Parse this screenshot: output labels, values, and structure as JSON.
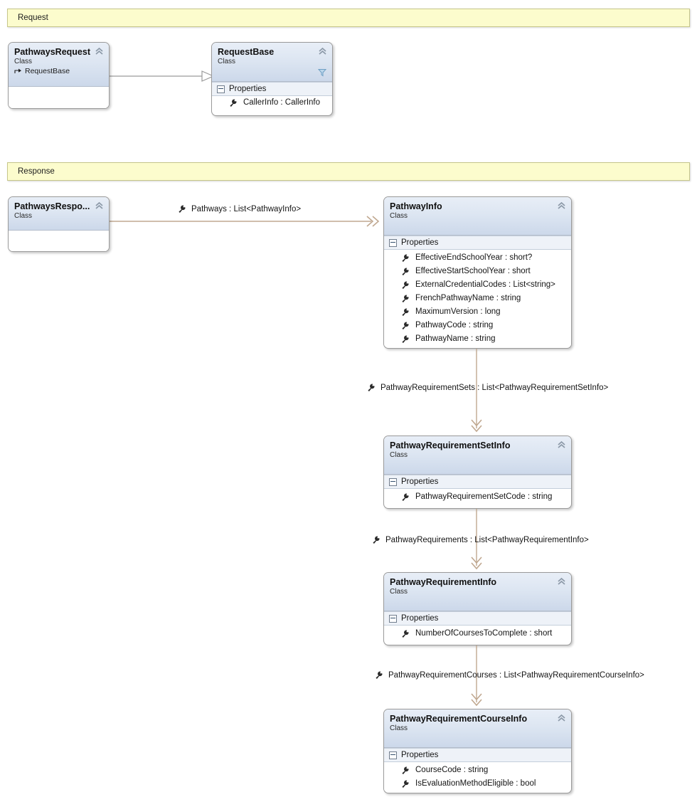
{
  "sections": [
    {
      "label": "Request"
    },
    {
      "label": "Response"
    }
  ],
  "classes": {
    "pathways_request": {
      "title": "PathwaysRequest",
      "stereotype": "Class",
      "base": "RequestBase"
    },
    "request_base": {
      "title": "RequestBase",
      "stereotype": "Class",
      "compartment": "Properties",
      "members": [
        "CallerInfo : CallerInfo"
      ]
    },
    "pathways_response": {
      "title": "PathwaysRespo...",
      "stereotype": "Class"
    },
    "pathway_info": {
      "title": "PathwayInfo",
      "stereotype": "Class",
      "compartment": "Properties",
      "members": [
        "EffectiveEndSchoolYear : short?",
        "EffectiveStartSchoolYear : short",
        "ExternalCredentialCodes : List<string>",
        "FrenchPathwayName : string",
        "MaximumVersion : long",
        "PathwayCode : string",
        "PathwayName : string"
      ]
    },
    "pathway_requirement_set_info": {
      "title": "PathwayRequirementSetInfo",
      "stereotype": "Class",
      "compartment": "Properties",
      "members": [
        "PathwayRequirementSetCode : string"
      ]
    },
    "pathway_requirement_info": {
      "title": "PathwayRequirementInfo",
      "stereotype": "Class",
      "compartment": "Properties",
      "members": [
        "NumberOfCoursesToComplete : short"
      ]
    },
    "pathway_requirement_course_info": {
      "title": "PathwayRequirementCourseInfo",
      "stereotype": "Class",
      "compartment": "Properties",
      "members": [
        "CourseCode : string",
        "IsEvaluationMethodEligible : bool"
      ]
    }
  },
  "associations": [
    {
      "label": "Pathways : List<PathwayInfo>"
    },
    {
      "label": "PathwayRequirementSets : List<PathwayRequirementSetInfo>"
    },
    {
      "label": "PathwayRequirements : List<PathwayRequirementInfo>"
    },
    {
      "label": "PathwayRequirementCourses : List<PathwayRequirementCourseInfo>"
    }
  ],
  "colors": {
    "comment_fill": "#fcfccd",
    "comment_border": "#c6c68a",
    "class_header_top": "#e8eef7",
    "class_header_bottom": "#ccd8ea",
    "class_border": "#9a9a9a",
    "compartment_fill": "#eef2f8",
    "association_line": "#c0a890",
    "inheritance_line": "#9a9a9a",
    "funnel_icon": "#7ba7cc",
    "chevron_icon": "#8c99a8"
  }
}
